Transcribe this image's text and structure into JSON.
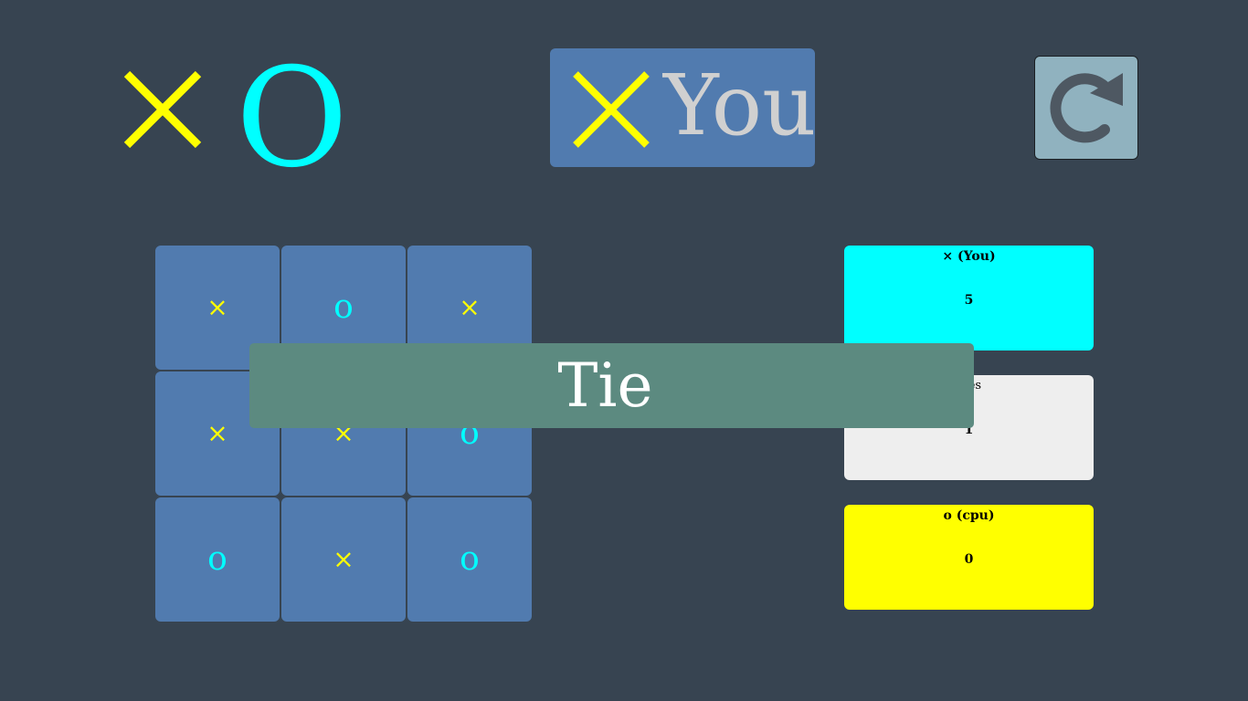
{
  "header": {
    "logo_x_icon": "x-mark-icon",
    "logo_o": "O",
    "colors": {
      "x": "#FFFF00",
      "o": "#00FFFF",
      "background": "#374451"
    }
  },
  "turn": {
    "symbol_icon": "x-mark-icon",
    "label": "You"
  },
  "restart": {
    "icon": "restart-arrow-icon"
  },
  "board": {
    "cells": [
      "×",
      "o",
      "×",
      "×",
      "×",
      "o",
      "o",
      "×",
      "o"
    ]
  },
  "scores": {
    "x_label": "× (You)",
    "x_value": "5",
    "ties_label": "Ties",
    "ties_value": "1",
    "o_label": "o (cpu)",
    "o_value": "0"
  },
  "result": {
    "text": "Tie"
  }
}
